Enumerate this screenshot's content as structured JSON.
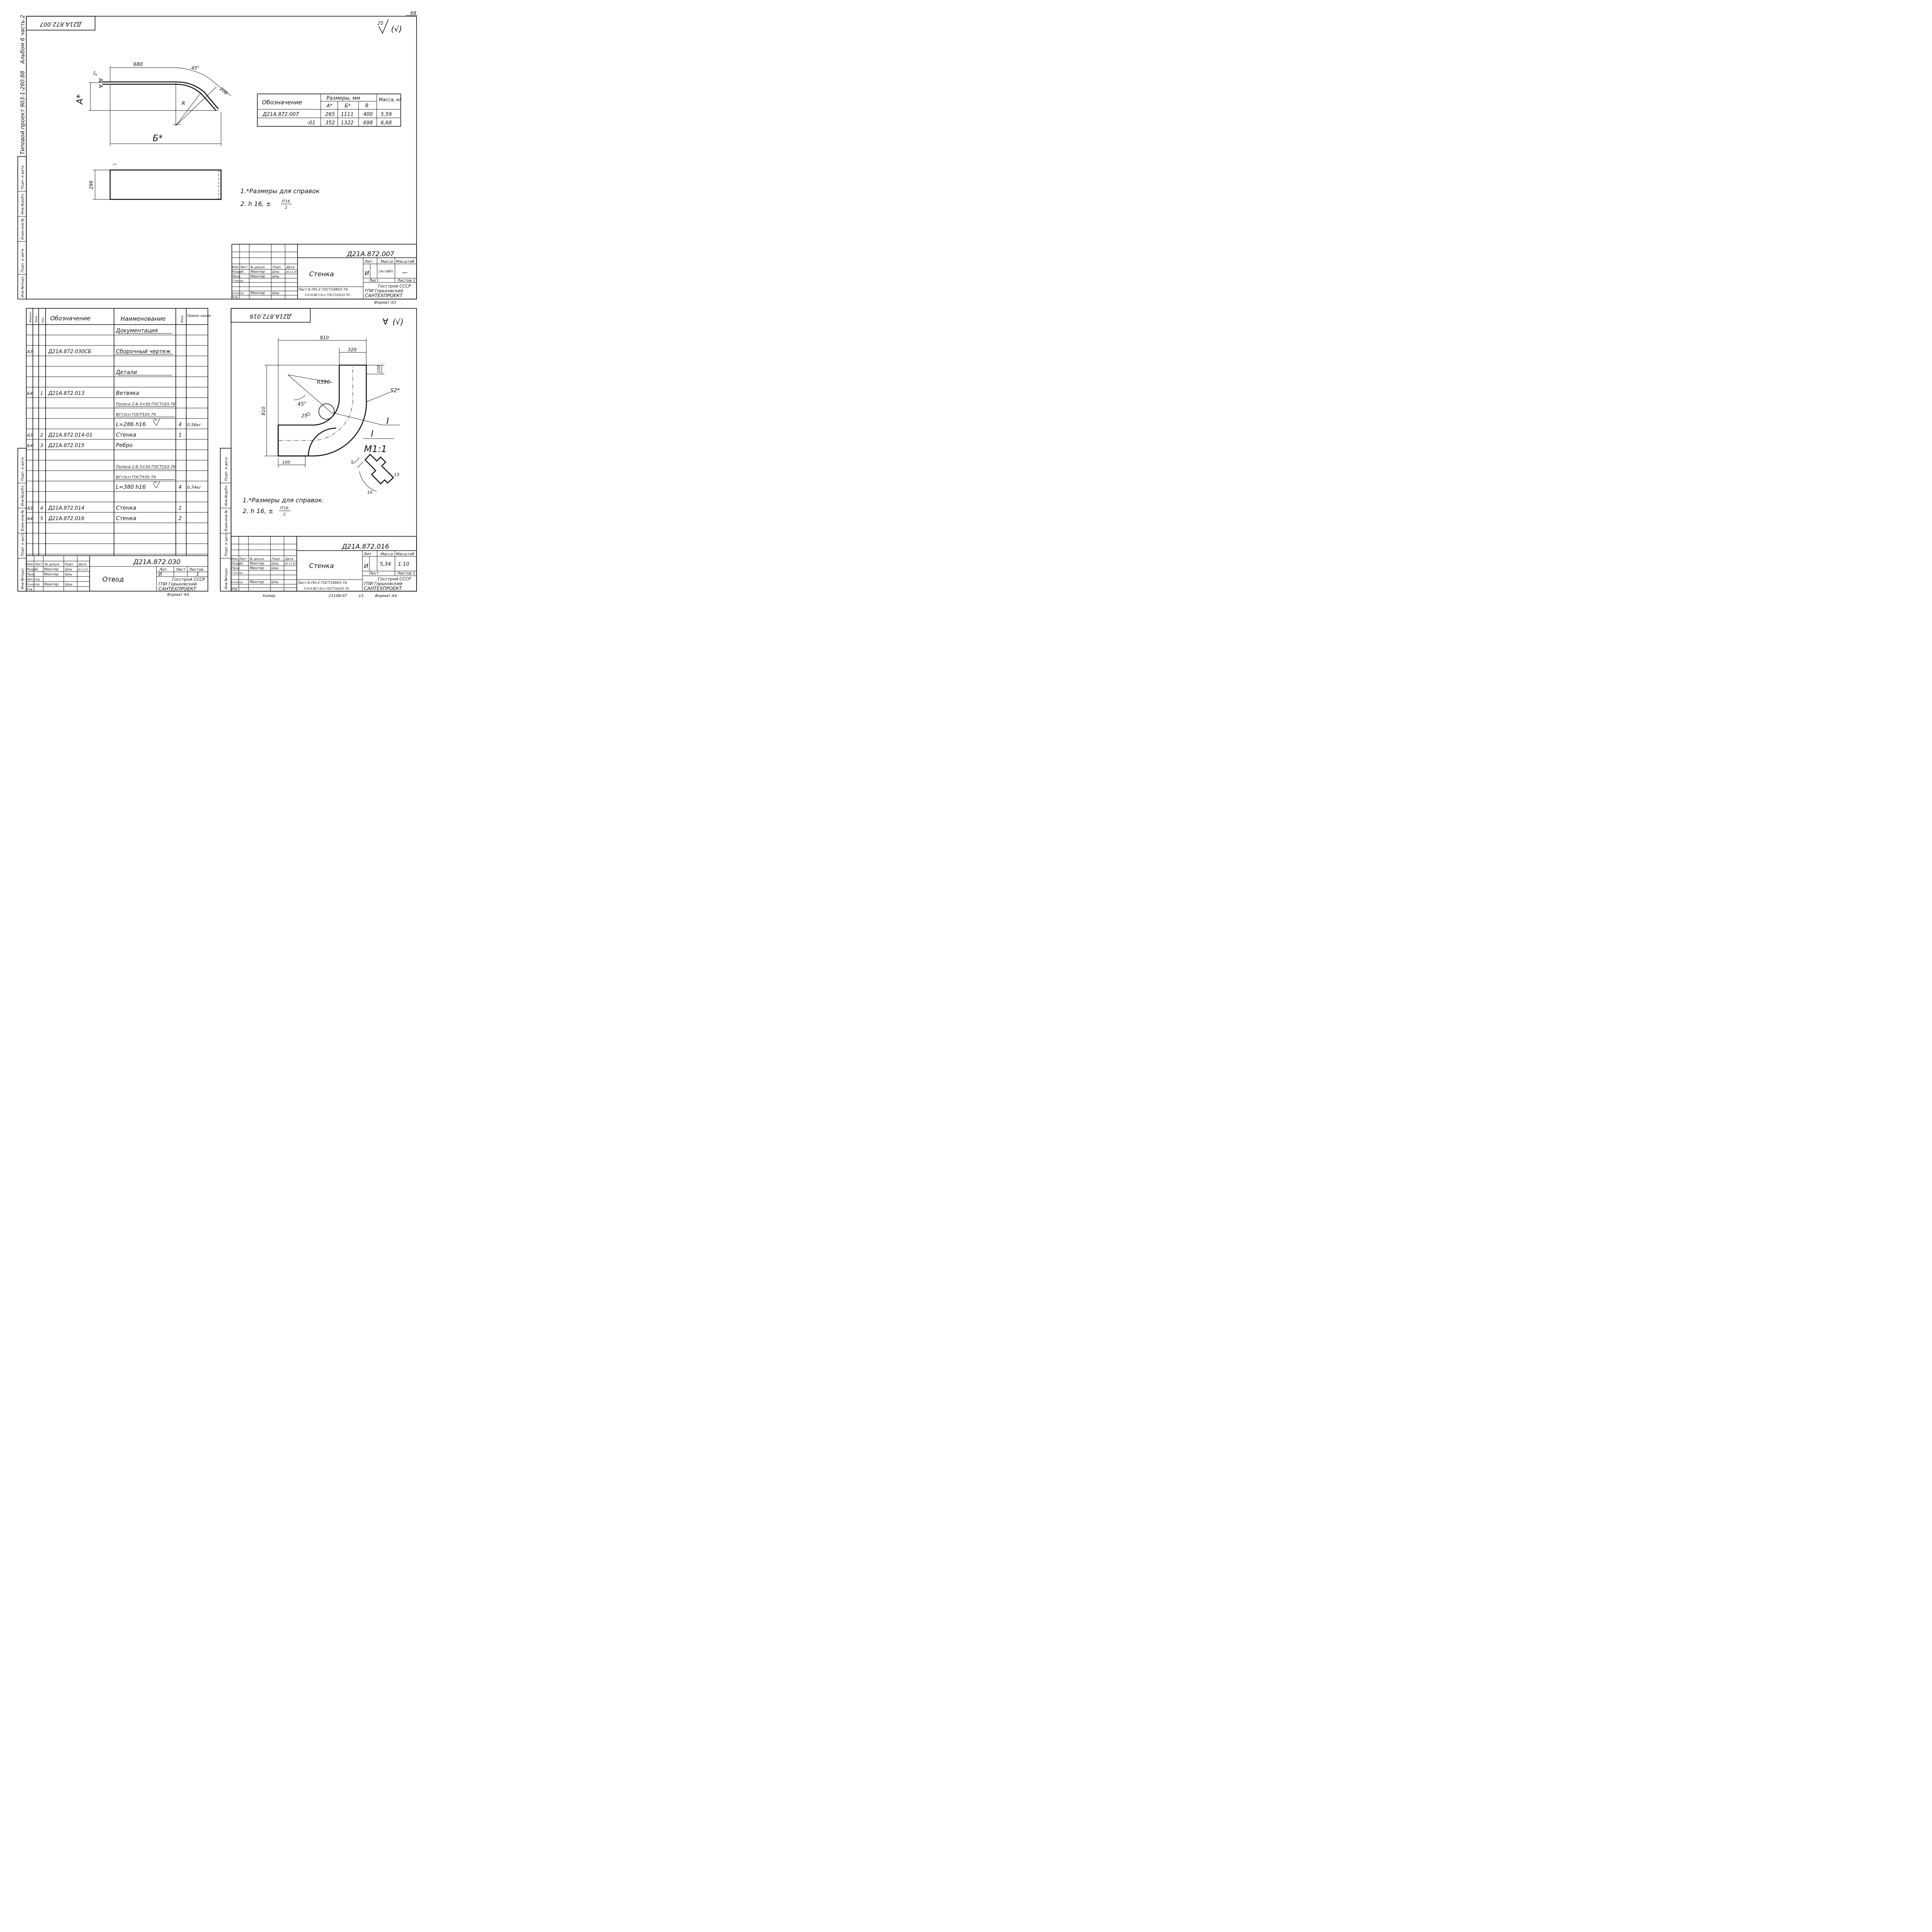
{
  "page_number": "68",
  "side_strip": {
    "album": "Альбом 6 часть 2",
    "project": "Типовой проект 903-1-260.88",
    "cells": [
      "Инв.№подл.",
      "Подп. и дата",
      "Взам.инв.№",
      "Инв.№дубл.",
      "Подп. и дата"
    ]
  },
  "sheet1": {
    "stamp_rotated": "Д21А.872.007",
    "roughness": "25",
    "roughness_rest": "(√)",
    "dims": {
      "d680": "680",
      "d45": "45°",
      "d2": "2*",
      "d208": "208",
      "dR": "R",
      "dA": "А*",
      "dB": "Б*",
      "d296": "296"
    },
    "table": {
      "head_designation": "Обозначение",
      "head_sizes": "Размеры, мм",
      "head_mass": "Масса, кг",
      "cols": [
        "А*",
        "Б*",
        "R"
      ],
      "rows": [
        {
          "designation": "Д21А.872.007",
          "a": "265",
          "b": "1111",
          "r": "400",
          "mass": "5,59"
        },
        {
          "designation": "-01",
          "a": "352",
          "b": "1322",
          "r": "698",
          "mass": "6,68"
        }
      ]
    },
    "notes": [
      "1.*Размеры для справок",
      "2. h 16, ±"
    ],
    "note_frac_num": "IT16",
    "note_frac_den": "2",
    "title_block": {
      "code": "Д21А.872.007",
      "name": "Стенка",
      "lit_label": "Лит.",
      "mass_label": "Масса",
      "scale_label": "Масштаб",
      "lit": "И",
      "mass": "см.табл.",
      "scale": "—",
      "sheet_label": "Лист",
      "sheets_label": "Листов 1",
      "org": "Госстрой СССР",
      "org2": "ГПИ Горьковский",
      "org3": "САНТЕХПРОЕКТ",
      "material1": "Лист Б-ПН-2 ГОСТ19903-74",
      "material2": "3-II-Н-ВСт3сп ГОСТ16523-70",
      "headers": [
        "Изм",
        "Лист",
        "№ докум.",
        "Подп.",
        "Дата"
      ],
      "roles": [
        {
          "role": "Разраб.",
          "name": "Мюнтер",
          "sign": "Шму",
          "date": "20.11.87"
        },
        {
          "role": "Пров.",
          "name": "Мюнтер",
          "sign": "Шму",
          "date": ""
        },
        {
          "role": "Т.контр.",
          "name": "",
          "sign": "",
          "date": ""
        },
        {
          "role": "",
          "name": "",
          "sign": "",
          "date": ""
        },
        {
          "role": "Н.контр.",
          "name": "Мюнтер",
          "sign": "Шму",
          "date": ""
        },
        {
          "role": "Утв.",
          "name": "",
          "sign": "",
          "date": ""
        }
      ],
      "format": "Формат А3"
    }
  },
  "spec": {
    "headers": {
      "format": "Формат",
      "zone": "Зона",
      "pos": "Поз.",
      "designation": "Обозначение",
      "name": "Наименование",
      "qty": "Кол.",
      "note": "Приме-чание"
    },
    "rows": [
      {
        "format": "",
        "pos": "",
        "designation": "",
        "name": "Документация",
        "qty": "",
        "note": "",
        "style": "section"
      },
      {
        "format": "А3",
        "pos": "",
        "designation": "Д21А.872.030СБ",
        "name": "Сборочный чертеж",
        "qty": "",
        "note": "",
        "style": "under"
      },
      {
        "format": "",
        "pos": "",
        "designation": "",
        "name": "Детали",
        "qty": "",
        "note": "",
        "style": "section"
      },
      {
        "format": "Б4",
        "pos": "1",
        "designation": "Д21А.872.013",
        "name": "Ветвяка",
        "qty": "",
        "note": "",
        "style": ""
      },
      {
        "format": "",
        "pos": "",
        "designation": "",
        "name": "Полоса 2-Б-5×50 ГОСТ103-76",
        "qty": "",
        "note": "",
        "style": "small"
      },
      {
        "format": "",
        "pos": "",
        "designation": "",
        "name": "ВСт3сп ГОСТ535-79",
        "qty": "",
        "note": "",
        "style": "small"
      },
      {
        "format": "",
        "pos": "",
        "designation": "",
        "name": "L=286 h16",
        "qty": "4",
        "note": "0,56кг",
        "style": "rough"
      },
      {
        "format": "А3",
        "pos": "2",
        "designation": "Д21А.872.014-01",
        "name": "Стенка",
        "qty": "1",
        "note": "",
        "style": ""
      },
      {
        "format": "Б4",
        "pos": "3",
        "designation": "Д21А.872.015",
        "name": "Ребро",
        "qty": "",
        "note": "",
        "style": ""
      },
      {
        "format": "",
        "pos": "",
        "designation": "",
        "name": "Полоса 2-Б-5×50 ГОСТ103-76",
        "qty": "",
        "note": "",
        "style": "small"
      },
      {
        "format": "",
        "pos": "",
        "designation": "",
        "name": "ВСт3сп ГОСТ535-79",
        "qty": "",
        "note": "",
        "style": "small"
      },
      {
        "format": "",
        "pos": "",
        "designation": "",
        "name": "L=380 h16",
        "qty": "4",
        "note": "0,74кг",
        "style": "rough"
      },
      {
        "format": "А3",
        "pos": "4",
        "designation": "Д21А.872.014",
        "name": "Стенка",
        "qty": "1",
        "note": "",
        "style": ""
      },
      {
        "format": "А4",
        "pos": "5",
        "designation": "Д21А.872.016",
        "name": "Стенка",
        "qty": "2",
        "note": "",
        "style": ""
      }
    ],
    "rough_mark": "25",
    "title_block": {
      "code": "Д21А.872.030",
      "name": "Отвод",
      "lit_label": "Лит.",
      "sheet_label": "Лист",
      "sheets_label": "Листов",
      "lit": "И",
      "sheets": "1",
      "org": "Госстрой СССР",
      "org2": "ГПИ Горьковский",
      "org3": "САНТЕХПРОЕКТ",
      "headers": [
        "Изм",
        "Лист",
        "№ докум.",
        "Подп.",
        "Дата"
      ],
      "roles": [
        {
          "role": "Разраб.",
          "name": "Мюнтер",
          "sign": "Шму",
          "date": "20.11.87"
        },
        {
          "role": "Пров.",
          "name": "Мюнтер",
          "sign": "Шму",
          "date": ""
        },
        {
          "role": "Нач.отд.",
          "name": "",
          "sign": "",
          "date": ""
        },
        {
          "role": "Н.контр.",
          "name": "Мюнтер",
          "sign": "Шму",
          "date": ""
        },
        {
          "role": "Утв.",
          "name": "",
          "sign": "",
          "date": ""
        }
      ],
      "format": "Формат А4"
    }
  },
  "sheet3": {
    "stamp_rotated": "Д21А.872.016",
    "roughness_rest": "(√)",
    "dims": {
      "d810a": "810",
      "d320": "320",
      "d100a": "100",
      "dR390": "R390",
      "dS2": "S2*",
      "d45": "45°",
      "d25": "25",
      "d810b": "810",
      "d100b": "100",
      "dI": "I",
      "dIsec": "I",
      "dM": "M1:1",
      "d5": "5",
      "d15": "15",
      "d10": "10"
    },
    "notes": [
      "1.*Размеры для справок.",
      "2. h 16, ±"
    ],
    "note_frac_num": "IT16",
    "note_frac_den": "2",
    "title_block": {
      "code": "Д21А.872.016",
      "name": "Стенка",
      "lit_label": "Лит.",
      "mass_label": "Масса",
      "scale_label": "Масштаб",
      "lit": "И",
      "mass": "5,34",
      "scale": "1:10",
      "sheet_label": "Лист",
      "sheets_label": "Листов 1",
      "org": "Госстрой СССР",
      "org2": "ГПИ Горьковский",
      "org3": "САНТЕХПРОЕКТ",
      "material1": "Лист Б-ПН-2 ГОСТ19903-74",
      "material2": "3-II-Н-ВСт3сп ГОСТ16523-70",
      "headers": [
        "Изм",
        "Лист",
        "№ докум.",
        "Подп.",
        "Дата"
      ],
      "roles": [
        {
          "role": "Разраб.",
          "name": "Мюнтер",
          "sign": "Шму",
          "date": "20.11.87"
        },
        {
          "role": "Пров.",
          "name": "Мюнтер",
          "sign": "Шму",
          "date": ""
        },
        {
          "role": "Т.контр.",
          "name": "",
          "sign": "",
          "date": ""
        },
        {
          "role": "",
          "name": "",
          "sign": "",
          "date": ""
        },
        {
          "role": "Н.контр.",
          "name": "Мюнтер",
          "sign": "Шму",
          "date": ""
        },
        {
          "role": "Утв.",
          "name": "",
          "sign": "",
          "date": ""
        }
      ],
      "copy_label": "Копир",
      "doc_number": "23108-07",
      "page_in_doc": "13",
      "format": "Формат А4"
    }
  }
}
